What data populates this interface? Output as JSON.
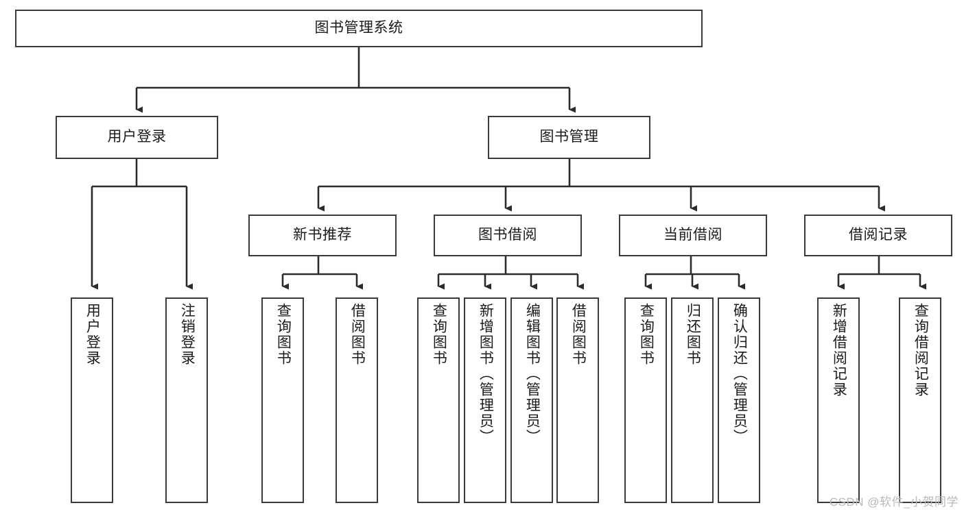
{
  "diagram": {
    "title": "图书管理系统",
    "type": "hierarchy-tree",
    "orientation": "top-down",
    "colors": {
      "box_border": "#3a3a3a",
      "box_fill": "#ffffff",
      "edge": "#2b2b2b",
      "text": "#1b1b1b",
      "watermark": "#b9b9b9",
      "background": "#ffffff"
    },
    "levels": [
      {
        "level": 1,
        "nodes": [
          {
            "id": "root",
            "label": "图书管理系统",
            "orientation": "horizontal"
          }
        ]
      },
      {
        "level": 2,
        "nodes": [
          {
            "id": "login",
            "label": "用户登录",
            "orientation": "horizontal",
            "parent": "root"
          },
          {
            "id": "bookmgmt",
            "label": "图书管理",
            "orientation": "horizontal",
            "parent": "root"
          }
        ]
      },
      {
        "level": 3,
        "nodes": [
          {
            "id": "newbook",
            "label": "新书推荐",
            "orientation": "horizontal",
            "parent": "bookmgmt"
          },
          {
            "id": "borrow",
            "label": "图书借阅",
            "orientation": "horizontal",
            "parent": "bookmgmt"
          },
          {
            "id": "current",
            "label": "当前借阅",
            "orientation": "horizontal",
            "parent": "bookmgmt"
          },
          {
            "id": "record",
            "label": "借阅记录",
            "orientation": "horizontal",
            "parent": "bookmgmt"
          }
        ]
      },
      {
        "level": 4,
        "nodes": [
          {
            "id": "leaf-user-login",
            "label": "用户登录",
            "orientation": "vertical",
            "parent": "login"
          },
          {
            "id": "leaf-user-logout",
            "label": "注销登录",
            "orientation": "vertical",
            "parent": "login"
          },
          {
            "id": "leaf-newbook-query",
            "label": "查询图书",
            "orientation": "vertical",
            "parent": "newbook"
          },
          {
            "id": "leaf-newbook-borrow",
            "label": "借阅图书",
            "orientation": "vertical",
            "parent": "newbook"
          },
          {
            "id": "leaf-borrow-query",
            "label": "查询图书",
            "orientation": "vertical",
            "parent": "borrow"
          },
          {
            "id": "leaf-borrow-add",
            "label": "新增图书（管理员）",
            "orientation": "vertical",
            "parent": "borrow"
          },
          {
            "id": "leaf-borrow-edit",
            "label": "编辑图书（管理员）",
            "orientation": "vertical",
            "parent": "borrow"
          },
          {
            "id": "leaf-borrow-lend",
            "label": "借阅图书",
            "orientation": "vertical",
            "parent": "borrow"
          },
          {
            "id": "leaf-current-query",
            "label": "查询图书",
            "orientation": "vertical",
            "parent": "current"
          },
          {
            "id": "leaf-current-return",
            "label": "归还图书",
            "orientation": "vertical",
            "parent": "current"
          },
          {
            "id": "leaf-current-confirm",
            "label": "确认归还（管理员）",
            "orientation": "vertical",
            "parent": "current"
          },
          {
            "id": "leaf-record-add",
            "label": "新增借阅记录",
            "orientation": "vertical",
            "parent": "record"
          },
          {
            "id": "leaf-record-query",
            "label": "查询借阅记录",
            "orientation": "vertical",
            "parent": "record"
          }
        ]
      }
    ]
  },
  "watermark": {
    "text": "CSDN @软件_小贺同学"
  }
}
